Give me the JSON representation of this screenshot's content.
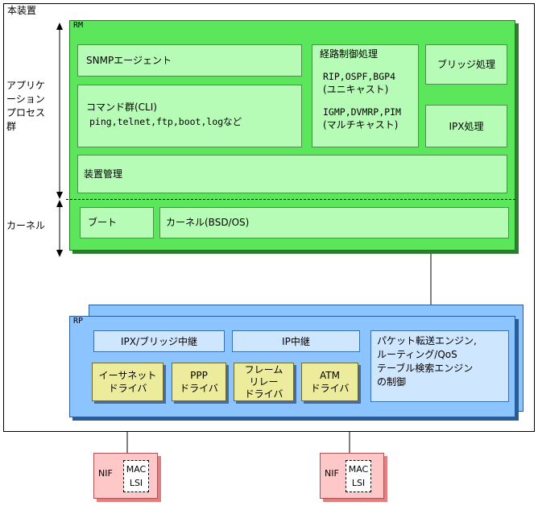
{
  "device": {
    "label": "本装置"
  },
  "side_labels": {
    "app": "アプリケーションプロセス群",
    "app_lines": [
      "アプリケ",
      "ーション",
      "プロセス",
      "群"
    ],
    "kernel": "カーネル"
  },
  "rm": {
    "label": "RM",
    "snmp": "SNMPエージェント",
    "cmd_title": "コマンド群(CLI)",
    "cmd_list": "ping,telnet,ftp,boot,logなど",
    "routing_title": "経路制御処理",
    "routing_unicast_protocols": "RIP,OSPF,BGP4",
    "routing_unicast_label": "(ユニキャスト)",
    "routing_multicast_protocols": "IGMP,DVMRP,PIM",
    "routing_multicast_label": "(マルチキャスト)",
    "bridge": "ブリッジ処理",
    "ipx": "IPX処理",
    "device_mgmt": "装置管理",
    "boot": "ブート",
    "kernel_box": "カーネル(BSD/OS)"
  },
  "rp": {
    "label": "RP",
    "ipx_bridge_relay": "IPX/ブリッジ中継",
    "ip_relay": "IP中継",
    "engine_lines": [
      "パケット転送エンジン,",
      "ルーティング/QoS",
      "テーブル検索エンジン",
      "の制御"
    ],
    "drivers": [
      {
        "lines": [
          "イーサネット",
          "ドライバ"
        ]
      },
      {
        "lines": [
          "PPP",
          "ドライバ"
        ]
      },
      {
        "lines": [
          "フレーム",
          "リレー",
          "ドライバ"
        ]
      },
      {
        "lines": [
          "ATM",
          "ドライバ"
        ]
      }
    ]
  },
  "nifs": [
    {
      "label": "NIF",
      "mac_lines": [
        "MAC",
        "LSI"
      ]
    },
    {
      "label": "NIF",
      "mac_lines": [
        "MAC",
        "LSI"
      ]
    }
  ],
  "colors": {
    "rm_fill": "#5ce65c",
    "rm_box": "#b6fbb6",
    "rp_fill": "#8cc4ff",
    "rp_box": "#cfe6ff",
    "driver_fill": "#ecec9c",
    "nif_fill": "#ffc8c8"
  }
}
